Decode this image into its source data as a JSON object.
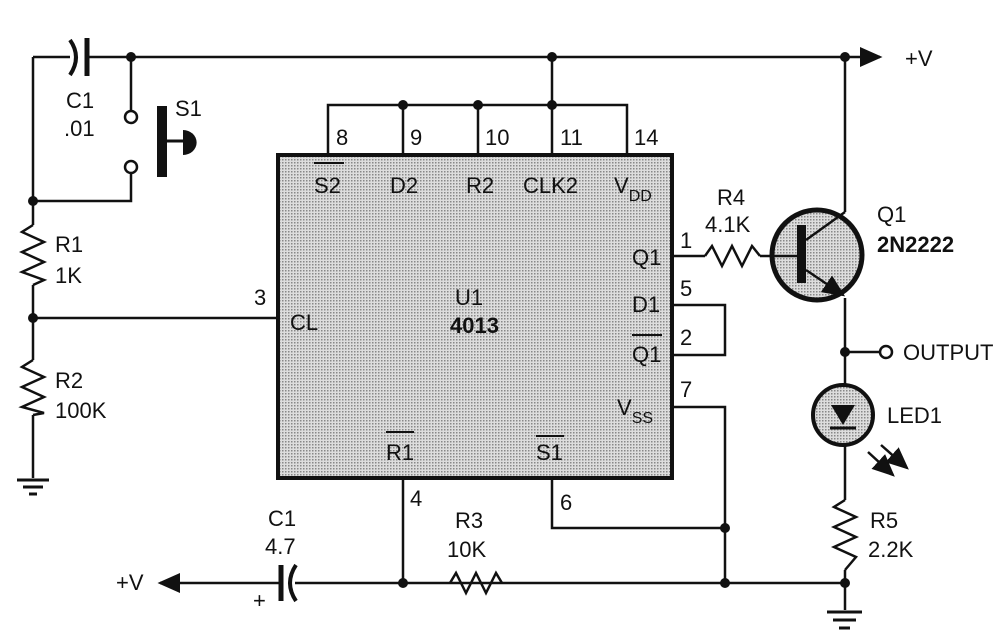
{
  "supply_label": "+V",
  "c1": {
    "name": "C1",
    "value": ".01"
  },
  "s1": {
    "name": "S1"
  },
  "r1": {
    "name": "R1",
    "value": "1K"
  },
  "r2": {
    "name": "R2",
    "value": "100K"
  },
  "r3": {
    "name": "R3",
    "value": "10K"
  },
  "r4": {
    "name": "R4",
    "value": "4.1K"
  },
  "r5": {
    "name": "R5",
    "value": "2.2K"
  },
  "c2": {
    "name": "C1",
    "value": "4.7",
    "polarity": "+"
  },
  "q1": {
    "name": "Q1",
    "part": "2N2222"
  },
  "led": {
    "name": "LED1"
  },
  "output_label": "OUTPUT",
  "ic": {
    "name": "U1",
    "part": "4013",
    "pins": {
      "s2": {
        "num": "8",
        "label": "S2"
      },
      "d2": {
        "num": "9",
        "label": "D2"
      },
      "r2": {
        "num": "10",
        "label": "R2"
      },
      "clk2": {
        "num": "11",
        "label": "CLK2"
      },
      "vdd": {
        "num": "14",
        "label": "V",
        "sub": "DD"
      },
      "cl": {
        "num": "3",
        "label": "CL"
      },
      "q1": {
        "num": "1",
        "label": "Q1"
      },
      "d1": {
        "num": "5",
        "label": "D1"
      },
      "q1bar": {
        "num": "2",
        "label": "Q1"
      },
      "vss": {
        "num": "7",
        "label": "V",
        "sub": "SS"
      },
      "r1": {
        "num": "4",
        "label": "R1"
      },
      "s1": {
        "num": "6",
        "label": "S1"
      }
    }
  },
  "ic_fill": "#c8c8c8"
}
